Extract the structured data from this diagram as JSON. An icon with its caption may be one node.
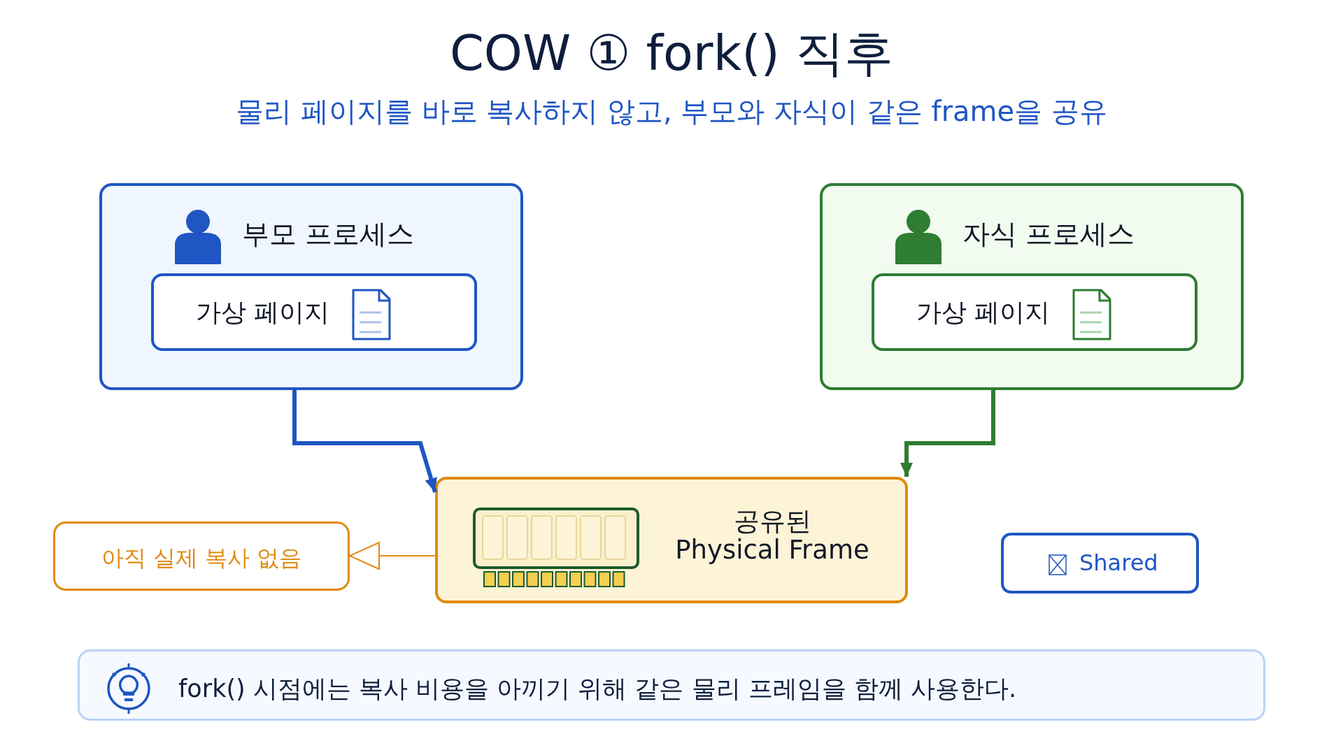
{
  "diagram": {
    "title": "COW ① fork() 직후",
    "nodes": [
      {
        "text": [
          "부모 프로세스"
        ]
      },
      {
        "text": [
          "가상 페이지"
        ],
        "in": 0
      },
      {
        "text": [
          "자식 프로세스"
        ]
      },
      {
        "text": [
          "가상 페이지"
        ],
        "in": 2
      },
      {
        "text": [
          "아직 실제 복사 없음"
        ]
      },
      {
        "text": [
          "공유된 Physical Frame"
        ]
      },
      {
        "text": [
          "fork() 시점에는 복사 비용을 아끼기 위해 같은 물리 프레임을 함께 사용한다."
        ]
      }
    ],
    "edges": [
      {
        "from": 0,
        "to": 5,
        "arrow": "to",
        "color": "#1f56c3"
      },
      {
        "from": 2,
        "to": 5,
        "arrow": "to",
        "color": "#2e7d32"
      },
      {
        "from": 5,
        "to": 4,
        "arrow": "to",
        "color": "#e08a12"
      }
    ],
    "labels": [
      "물리 페이지를 바로 복사하지 않고, 부모와 자식이 같은 frame을 공유"
    ],
    "legend": [
      {
        "text": "Shared"
      }
    ]
  }
}
